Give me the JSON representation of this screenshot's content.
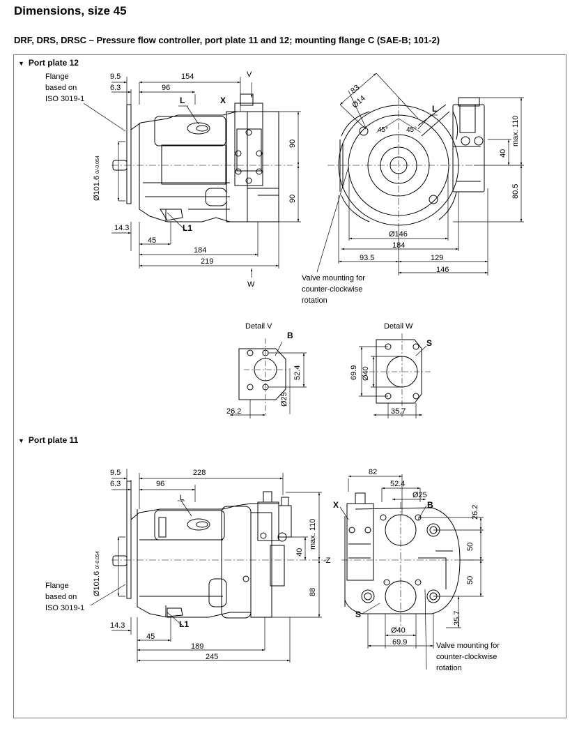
{
  "page": {
    "title": "Dimensions, size 45",
    "subtitle": "DRF, DRS, DRSC – Pressure flow controller, port plate 11 and 12; mounting flange C (SAE-B; 101-2)"
  },
  "pp12": {
    "heading": "Port plate 12",
    "flange_note": [
      "Flange",
      "based on",
      "ISO 3019-1"
    ],
    "side": {
      "d9_5": "9.5",
      "d6_3": "6.3",
      "d154": "154",
      "d96": "96",
      "d14_3": "14.3",
      "d45": "45",
      "d184": "184",
      "d219": "219",
      "d90a": "90",
      "d90b": "90",
      "diam": "Ø101.6",
      "diam_tol": "0/-0.054",
      "V": "V",
      "W": "W",
      "L": "L",
      "X": "X",
      "L1": "L1"
    },
    "front": {
      "d83": "83",
      "d14": "Ø14",
      "a45a": "45°",
      "a45b": "45°",
      "L": "L",
      "dmax110": "max. 110",
      "d40": "40",
      "d80_5": "80.5",
      "d146dia": "Ø146",
      "d184": "184",
      "d93_5": "93.5",
      "d129": "129",
      "d146": "146"
    },
    "valve_note": [
      "Valve mounting for",
      "counter-clockwise",
      "rotation"
    ],
    "detailV": {
      "title": "Detail V",
      "B": "B",
      "d52_4": "52.4",
      "d25": "Ø25",
      "d26_2": "26.2"
    },
    "detailW": {
      "title": "Detail W",
      "S": "S",
      "d69_9": "69.9",
      "d40": "Ø40",
      "d35_7": "35.7"
    }
  },
  "pp11": {
    "heading": "Port plate 11",
    "flange_note": [
      "Flange",
      "based on",
      "ISO 3019-1"
    ],
    "side": {
      "d9_5": "9.5",
      "d6_3": "6.3",
      "d228": "228",
      "d96": "96",
      "d14_3": "14.3",
      "d45": "45",
      "d189": "189",
      "d245": "245",
      "dmax110": "max. 110",
      "d40": "40",
      "d88": "88",
      "diam": "Ø101.6",
      "diam_tol": "0/-0.054",
      "L": "L",
      "L1": "L1",
      "Z": "Z"
    },
    "rear": {
      "d82": "82",
      "d52_4": "52.4",
      "d25": "Ø25",
      "B": "B",
      "X": "X",
      "d26_2": "26.2",
      "d50a": "50",
      "d50b": "50",
      "d35_7": "35.7",
      "S": "S",
      "d40": "Ø40",
      "d69_9": "69.9"
    },
    "valve_note": [
      "Valve mounting for",
      "counter-clockwise",
      "rotation"
    ]
  }
}
